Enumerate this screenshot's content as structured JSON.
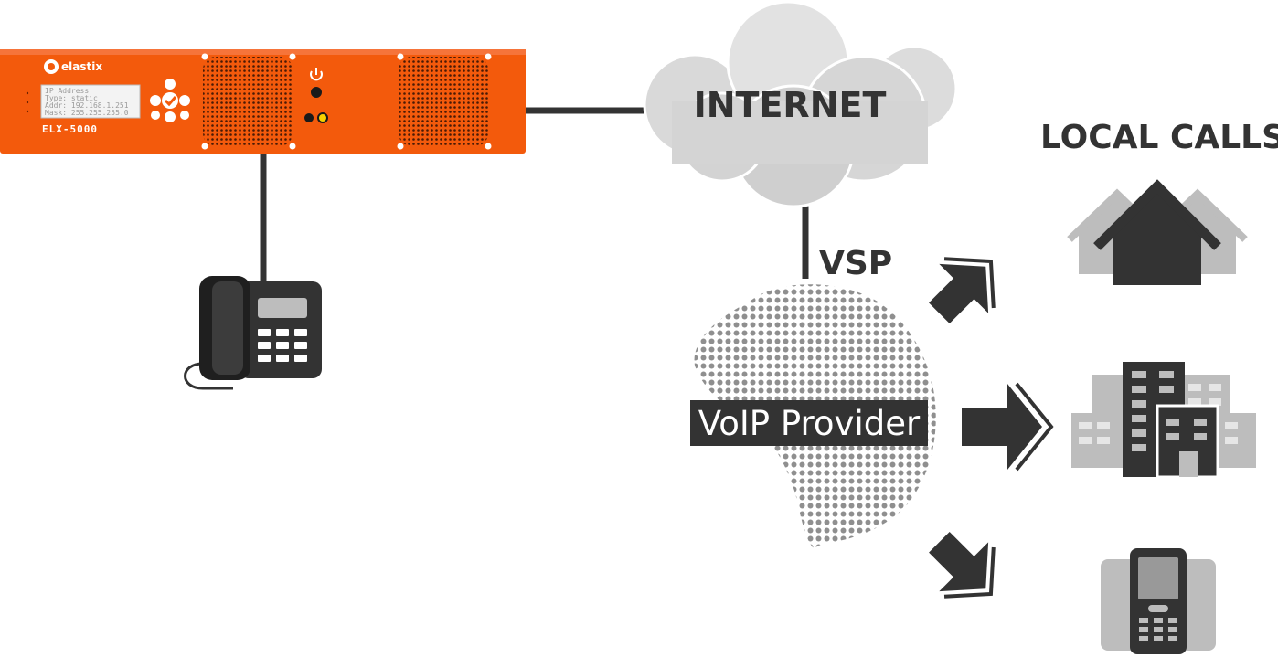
{
  "colors": {
    "accent": "#F35A0C",
    "dark": "#333333",
    "light_gray": "#BDBDBD",
    "cloud": "#E0E0E0",
    "line": "#333333"
  },
  "device": {
    "brand": "elastix",
    "model": "ELX-5000",
    "lcd_lines": [
      "IP Address",
      "Type: static",
      "Addr: 192.168.1.251",
      "Mask: 255.255.255.0"
    ]
  },
  "labels": {
    "internet": "INTERNET",
    "vsp": "VSP",
    "voip_provider": "VoIP Provider",
    "local_calls": "LOCAL CALLS"
  },
  "icons": {
    "device": "pbx-appliance-icon",
    "phone": "desk-phone-icon",
    "cloud": "cloud-icon",
    "globe": "globe-icon",
    "house": "house-icon",
    "buildings": "buildings-icon",
    "mobile": "mobile-phone-icon",
    "arrow": "arrow-icon"
  }
}
